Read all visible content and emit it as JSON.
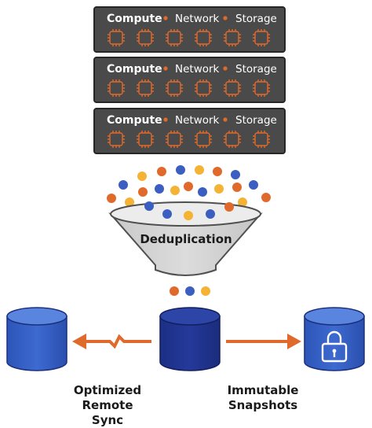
{
  "servers": [
    {
      "compute": "Compute",
      "network": "Network",
      "storage": "Storage"
    },
    {
      "compute": "Compute",
      "network": "Network",
      "storage": "Storage"
    },
    {
      "compute": "Compute",
      "network": "Network",
      "storage": "Storage"
    }
  ],
  "funnel": {
    "label": "Deduplication"
  },
  "captions": {
    "left": {
      "line1": "Optimized",
      "line2": "Remote Sync"
    },
    "right": {
      "line1": "Immutable",
      "line2": "Snapshots"
    }
  },
  "colors": {
    "server_bg": "#4a4a4a",
    "server_border": "#262626",
    "accent_orange": "#e06a2c",
    "dot_blue": "#3b5fc0",
    "dot_yellow": "#f5b335",
    "funnel_fill": "#d4d4d4",
    "cylinder_blue": "#2f52b3",
    "cylinder_dark": "#1d2f82"
  },
  "icons": [
    "chip-icon",
    "lock-icon",
    "lightning-arrow-icon",
    "arrow-right-icon"
  ]
}
